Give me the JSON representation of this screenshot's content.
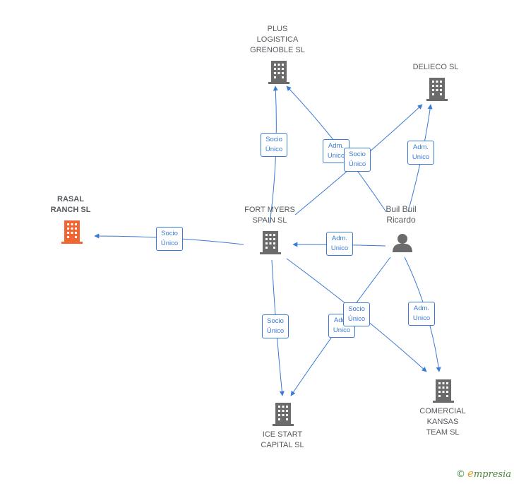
{
  "nodes": {
    "plus": {
      "label": "PLUS\nLOGISTICA\nGRENOBLE  SL"
    },
    "delieco": {
      "label": "DELIECO  SL"
    },
    "rasal": {
      "label": "RASAL\nRANCH  SL"
    },
    "fort": {
      "label": "FORT MYERS\nSPAIN  SL"
    },
    "buil": {
      "label": "Buil Buil\nRicardo"
    },
    "ice": {
      "label": "ICE START\nCAPITAL  SL"
    },
    "comercial": {
      "label": "COMERCIAL\nKANSAS\nTEAM  SL"
    }
  },
  "edge_labels": {
    "fort_rasal": "Socio\nÚnico",
    "fort_plus": "Socio\nÚnico",
    "buil_plus": "Adm.\nUnico",
    "fort_delieco": "Socio\nÚnico",
    "buil_delieco": "Adm.\nUnico",
    "buil_fort": "Adm.\nUnico",
    "fort_ice": "Socio\nÚnico",
    "buil_ice": "Adm.\nUnico",
    "fort_comercial": "Socio\nÚnico",
    "buil_comercial": "Adm.\nUnico"
  },
  "colors": {
    "edge": "#3a7bd5",
    "building": "#6b6b6b",
    "focus_building": "#f26430",
    "person": "#6b6b6b"
  },
  "brand": {
    "symbol": "©",
    "initial": "e",
    "rest": "mpresia"
  }
}
